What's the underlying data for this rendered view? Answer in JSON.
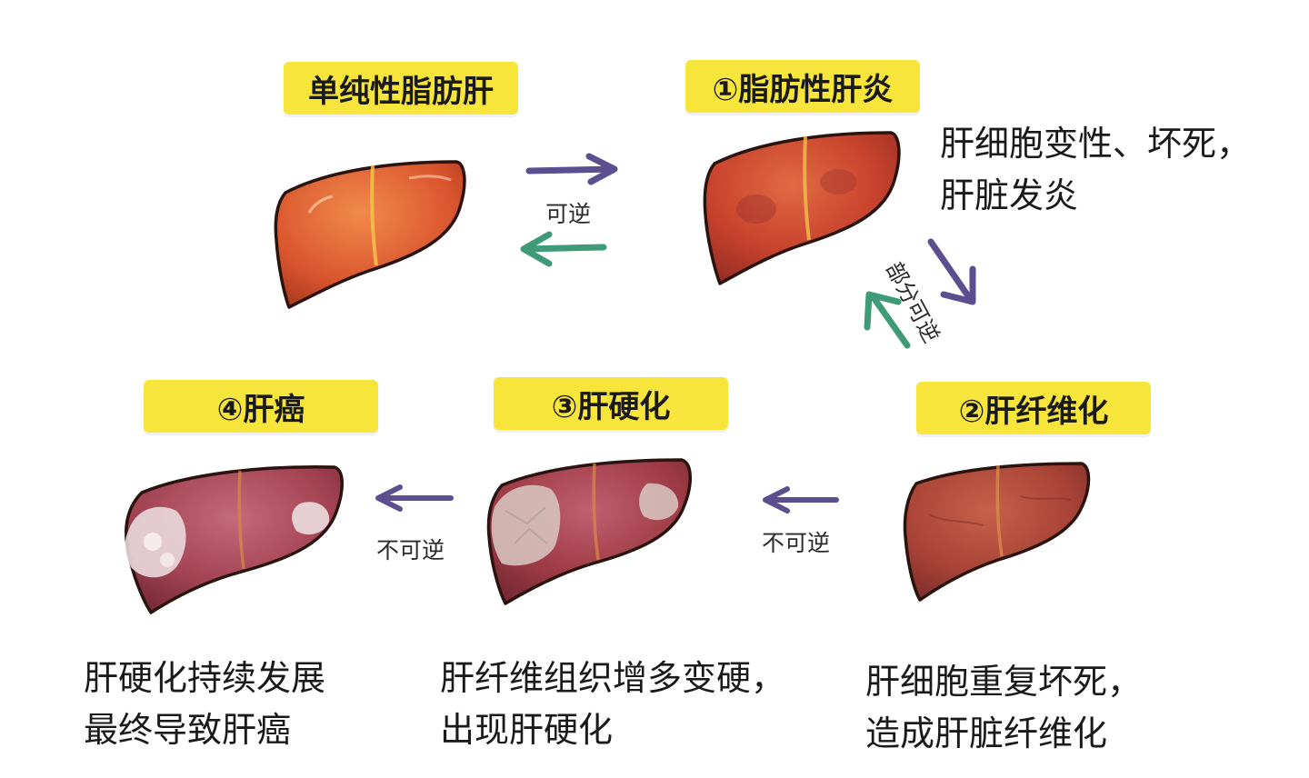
{
  "stages": {
    "simple": {
      "label": "单纯性脂肪肝"
    },
    "steatohepatitis": {
      "label": "①脂肪性肝炎",
      "note": [
        "肝细胞变性、坏死，",
        "肝脏发炎"
      ]
    },
    "fibrosis": {
      "label": "②肝纤维化",
      "note": [
        "肝细胞重复坏死，",
        "造成肝脏纤维化"
      ]
    },
    "cirrhosis": {
      "label": "③肝硬化",
      "note": [
        "肝纤维组织增多变硬，",
        "出现肝硬化"
      ]
    },
    "cancer": {
      "label": "④肝癌",
      "note": [
        "肝硬化持续发展",
        "最终导致肝癌"
      ]
    }
  },
  "transitions": {
    "reversible": "可逆",
    "partially_reversible": "部分可逆",
    "irreversible_1": "不可逆",
    "irreversible_2": "不可逆"
  },
  "colors": {
    "label_bg": "#f7e53b",
    "forward_arrow": "#5b4f8f",
    "backward_arrow": "#3f9a78",
    "liver_fatty": "#d9552e",
    "liver_inflamed": "#c9442e",
    "liver_fibrosis": "#a94437",
    "liver_cirrhosis": "#9e3c45",
    "liver_cancer": "#a24352"
  }
}
